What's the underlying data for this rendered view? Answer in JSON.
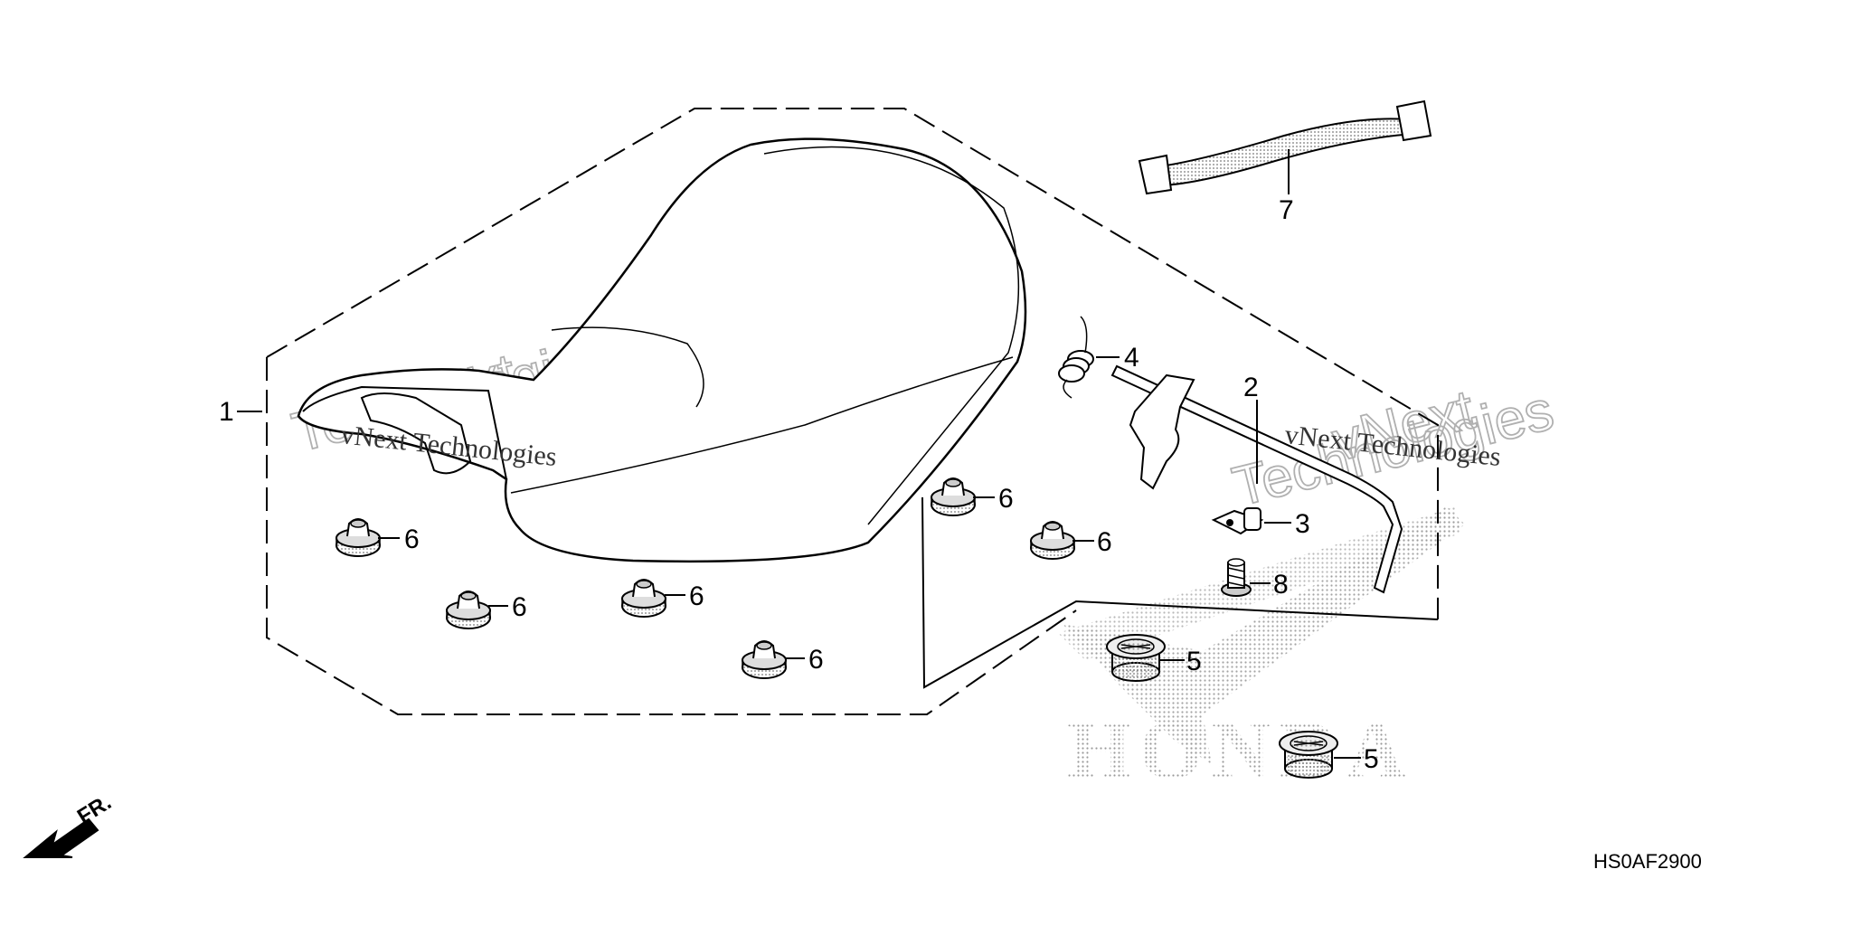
{
  "callouts": {
    "seat": "1",
    "hook": "2",
    "clip": "3",
    "spring": "4",
    "grommet_a": "5",
    "grommet_b": "5",
    "damper_a": "6",
    "damper_b": "6",
    "damper_c": "6",
    "damper_d": "6",
    "damper_e": "6",
    "damper_f": "6",
    "strap": "7",
    "bolt": "8"
  },
  "front_indicator": "FR.",
  "reference_code": "HS0AF2900",
  "watermarks": {
    "company_line": "vNext Technologies",
    "outline_word_1": "vNext",
    "outline_word_2": "Technologies",
    "brand": "HONDA"
  }
}
